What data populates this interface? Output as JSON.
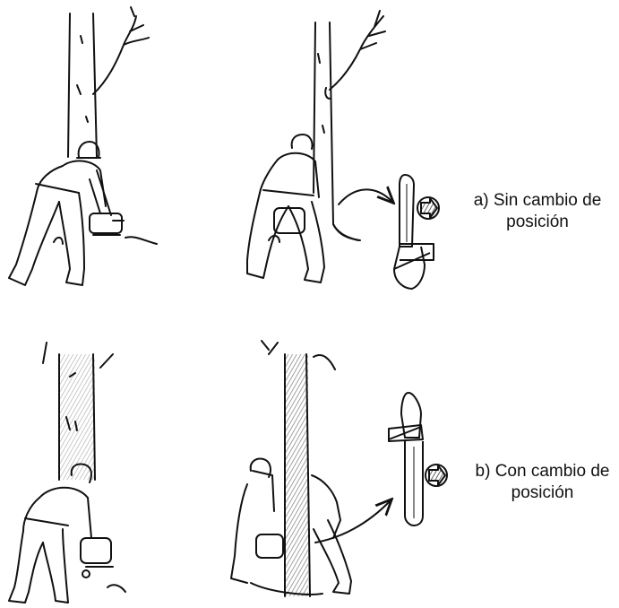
{
  "captions": {
    "a": {
      "line1": "a) Sin cambio de",
      "line2": "posición"
    },
    "b": {
      "line1": "b) Con cambio de",
      "line2": "posición"
    }
  },
  "colors": {
    "ink": "#111111",
    "paper": "#ffffff",
    "shade": "#555555"
  },
  "icons": [
    "chainsaw-bar-icon",
    "arrow-icon",
    "tree-icon",
    "worker-icon"
  ]
}
